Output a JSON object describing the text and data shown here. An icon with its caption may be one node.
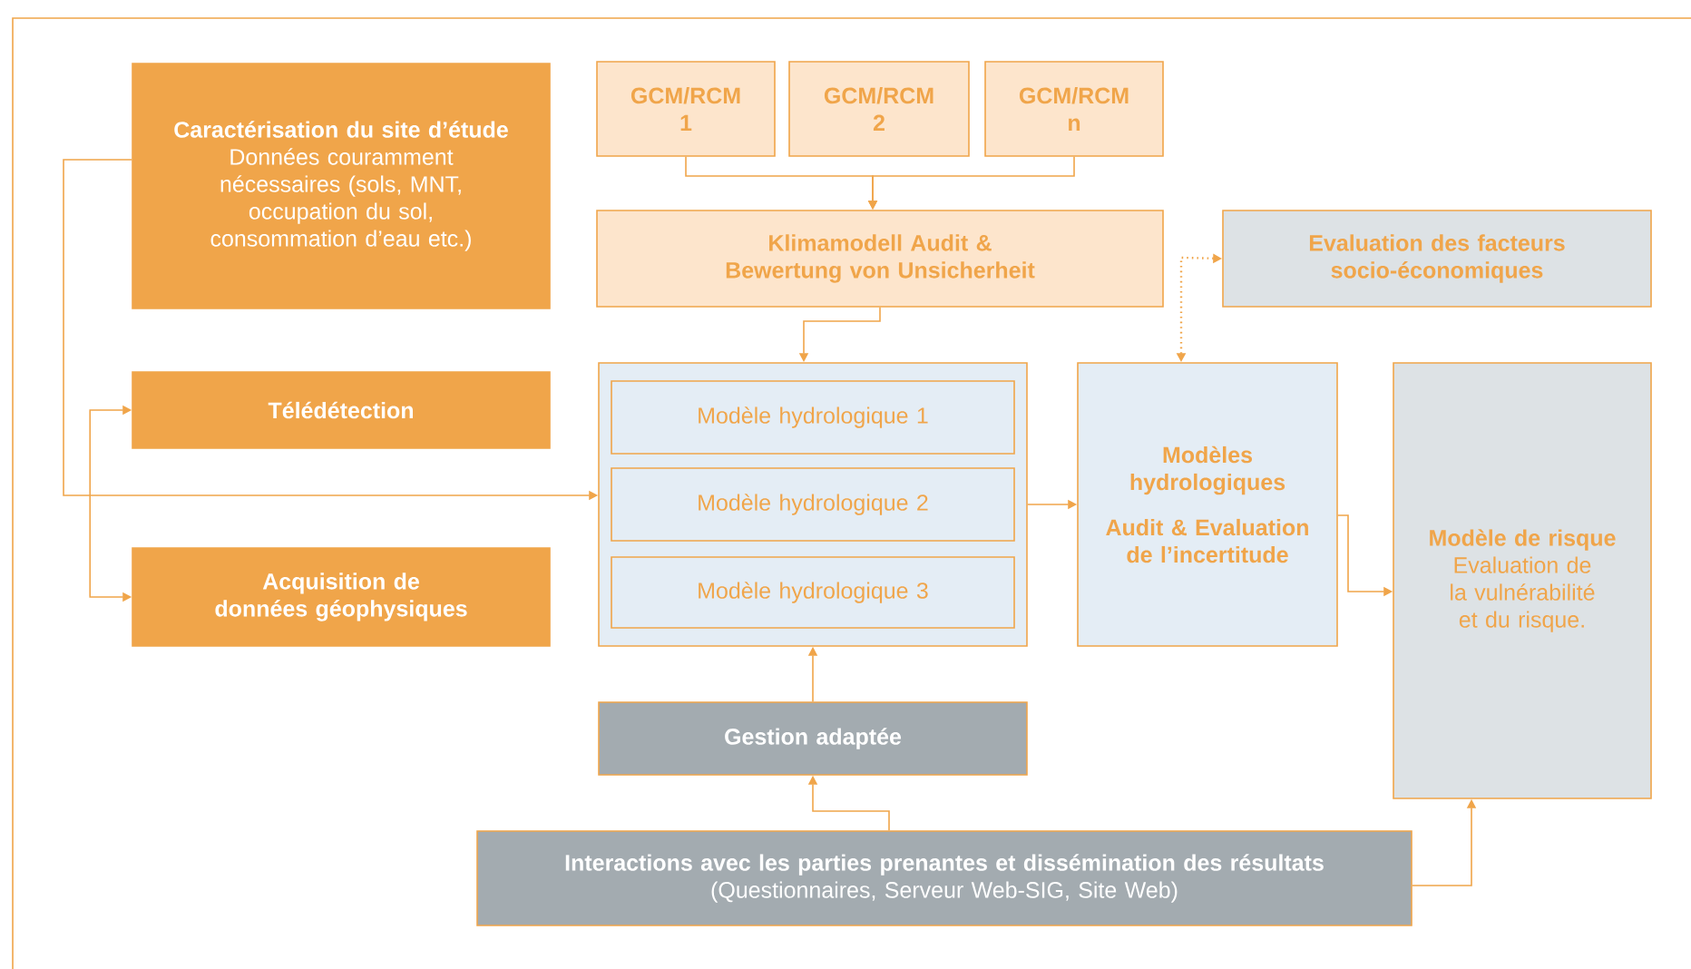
{
  "diagram": {
    "nodes": [
      {
        "text": [
          "Caractérisation du site d’étude",
          "Données couramment nécessaires (sols, MNT, occupation du sol, consommation d’eau etc.)"
        ]
      },
      {
        "text": [
          "Télédétection"
        ]
      },
      {
        "text": [
          "Acquisition de données géophysiques"
        ]
      },
      {
        "text": [
          "GCM/RCM 1"
        ]
      },
      {
        "text": [
          "GCM/RCM 2"
        ]
      },
      {
        "text": [
          "GCM/RCM n"
        ]
      },
      {
        "text": [
          "Klimamodell Audit & Bewertung von Unsicherheit"
        ]
      },
      {
        "text": [
          "Evaluation des facteurs socio-économiques"
        ]
      },
      {
        "text": [],
        "shape": "box"
      },
      {
        "text": [
          "Modèle hydrologique 1"
        ],
        "in": 8
      },
      {
        "text": [
          "Modèle hydrologique 2"
        ],
        "in": 8
      },
      {
        "text": [
          "Modèle hydrologique 3"
        ],
        "in": 8
      },
      {
        "text": [
          "Modèles hydrologiques",
          "Audit & Evaluation de l’incertitude"
        ]
      },
      {
        "text": [
          "Modèle de risque",
          "Evaluation de la vulnérabilité et du risque."
        ]
      },
      {
        "text": [
          "Gestion adaptée"
        ]
      },
      {
        "text": [
          "Interactions avec les parties prenantes et dissémination des résultats",
          "(Questionnaires, Serveur Web-SIG, Site Web)"
        ]
      }
    ],
    "edges": [
      {
        "from": 0,
        "to": 8,
        "arrow": "to"
      },
      {
        "from": 1,
        "to": 2,
        "arrow": "both"
      },
      {
        "from": 3,
        "to": 6,
        "arrow": "to"
      },
      {
        "from": 5,
        "to": 6,
        "arrow": "to"
      },
      {
        "from": 6,
        "to": 8,
        "arrow": "to"
      },
      {
        "from": 7,
        "to": 12,
        "arrow": "both",
        "style": "dashed"
      },
      {
        "from": 8,
        "to": 12,
        "arrow": "to"
      },
      {
        "from": 12,
        "to": 13,
        "arrow": "to"
      },
      {
        "from": 14,
        "to": 8,
        "arrow": "to"
      },
      {
        "from": 15,
        "to": 14,
        "arrow": "to"
      },
      {
        "from": 15,
        "to": 13,
        "arrow": "to"
      }
    ]
  }
}
